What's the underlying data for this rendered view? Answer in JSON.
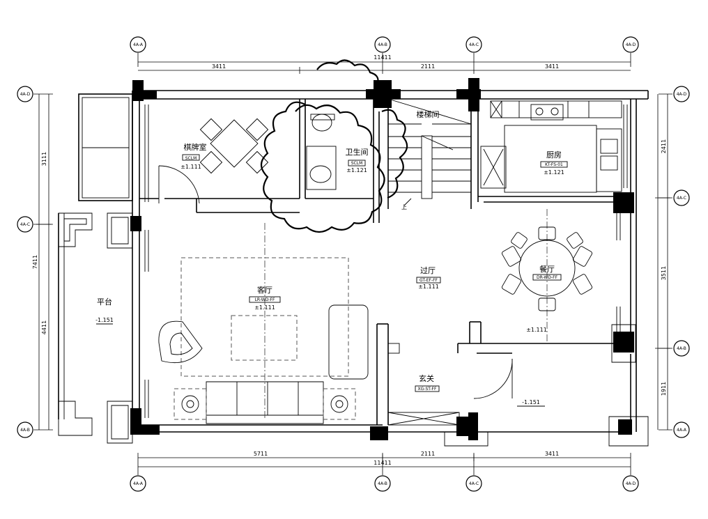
{
  "grid_bubbles": {
    "top": [
      "4A-A",
      "4A-B",
      "4A-C",
      "4A-D"
    ],
    "bottom": [
      "4A-A",
      "4A-B",
      "4A-C",
      "4A-D"
    ],
    "left": [
      "4A-D",
      "4A-C",
      "4A-B"
    ],
    "right": [
      "4A-D",
      "4A-C",
      "4A-B",
      "4A-A"
    ]
  },
  "dimensions": {
    "top_total": "11411",
    "top_segments": [
      "3411",
      "2111",
      "3411"
    ],
    "bottom_total": "11411",
    "bottom_segments": [
      "5711",
      "2111",
      "3411"
    ],
    "left_segments": [
      "3111",
      "4411"
    ],
    "left_total": "7411",
    "right_segments": [
      "2411",
      "3511",
      "1911"
    ]
  },
  "rooms": {
    "mahjong": {
      "name": "棋牌室",
      "tag": "SCLM",
      "level": "±1.111"
    },
    "bathroom": {
      "name": "卫生间",
      "tag": "SCLM",
      "level": "±1.121"
    },
    "stair": {
      "name": "楼梯间"
    },
    "kitchen": {
      "name": "厨房",
      "tag": "KT-FS-01",
      "level": "±1.121"
    },
    "living": {
      "name": "客厅",
      "tag": "LR-WD-FF",
      "level": "±1.111"
    },
    "hall": {
      "name": "过厅",
      "tag": "GT-EF-FF",
      "level": "±1.111"
    },
    "dining": {
      "name": "餐厅",
      "tag": "DR-WD-FF",
      "level": "±1.111"
    },
    "foyer": {
      "name": "玄关",
      "tag": "XG-ST-FF"
    },
    "terrace": {
      "name": "平台",
      "level": "-1.151"
    },
    "entry": {
      "level": "-1.151"
    }
  },
  "stair_label": "上"
}
